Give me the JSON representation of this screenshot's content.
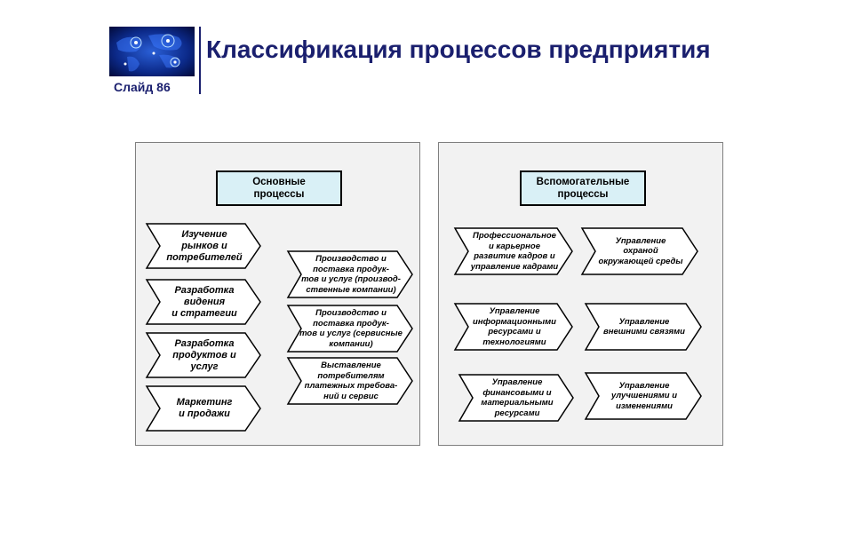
{
  "slide": {
    "title": "Классификация процессов предприятия",
    "label": "Слайд 86"
  },
  "colors": {
    "title": "#1a1f6e",
    "header_fill": "#d9f0f6",
    "panel_fill": "#f2f2f2"
  },
  "main_panel": {
    "header": "Основные\nпроцессы",
    "col1": [
      "Изучение\nрынков и\nпотребителей",
      "Разработка\nвидения\nи стратегии",
      "Разработка\nпродуктов и услуг",
      "Маркетинг\nи продажи"
    ],
    "col2": [
      "Производство и\nпоставка продук-\nтов и услуг (производ-\nственные компании)",
      "Производство и\nпоставка продук-\nтов и услуг (сервисные\nкомпании)",
      "Выставление\nпотребителям\nплатежных требова-\nний и сервис"
    ]
  },
  "support_panel": {
    "header": "Вспомогательные\nпроцессы",
    "col1": [
      "Профессиональное\nи карьерное\nразвитие кадров и\nуправление кадрами",
      "Управление\nинформационными\nресурсами и\nтехнологиями",
      "Управление\nфинансовыми и\nматериальными\nресурсами"
    ],
    "col2": [
      "Управление\nохраной\nокружающей среды",
      "Управление\nвнешними связями",
      "Управление\nулучшениями и\nизменениями"
    ]
  }
}
